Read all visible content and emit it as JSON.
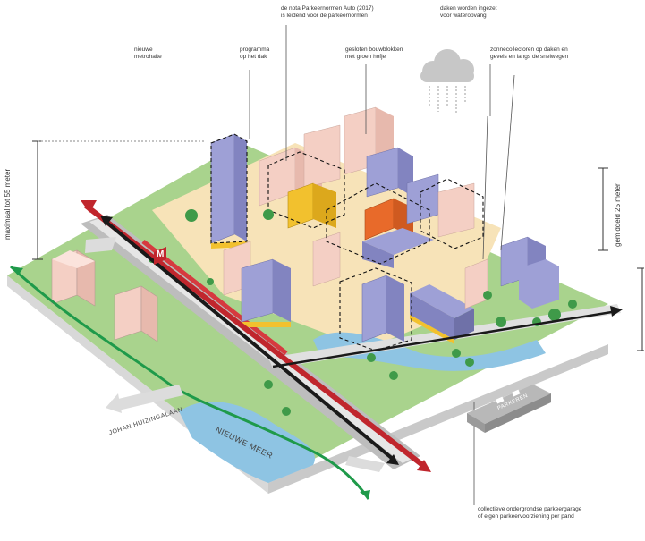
{
  "annotations": {
    "parkeernormen": "de nota Parkeernormen Auto (2017)\nis leidend voor de parkeernormen",
    "daken_water": "daken worden ingezet\nvoor wateropvang",
    "metrohalte": "nieuwe\nmetrohalte",
    "programma_dak": "programma\nop het dak",
    "bouwblokken": "gesloten bouwblokken\nmet groen hofje",
    "zonnecollectoren": "zonnecollectoren op daken en\ngevels en langs de snelwegen",
    "parkeergarage": "collectieve ondergrondse parkeergarage\nof eigen parkeervoorziening per pand"
  },
  "dimensions": {
    "max_height": "maximaal tot 55 meter",
    "avg_height": "gemiddeld 25 meter"
  },
  "map_labels": {
    "street": "JOHAN HUIZINGALAAN",
    "lake": "NIEUWE MEER",
    "parking_sign": "PARKEREN",
    "metro_icon": "M"
  },
  "colors": {
    "road_red": "#c0262d",
    "road_black": "#1a1a1a",
    "path_green": "#1f9a4a",
    "arrow_grey": "#dcdcdc",
    "building_purple": "#9ea0d6",
    "building_pink": "#f4cfc4",
    "building_yellow": "#f2c12e",
    "building_orange": "#e86a2a",
    "water": "#8ec4e3",
    "grass": "#a9d38d",
    "plaza": "#f7e3b8"
  }
}
